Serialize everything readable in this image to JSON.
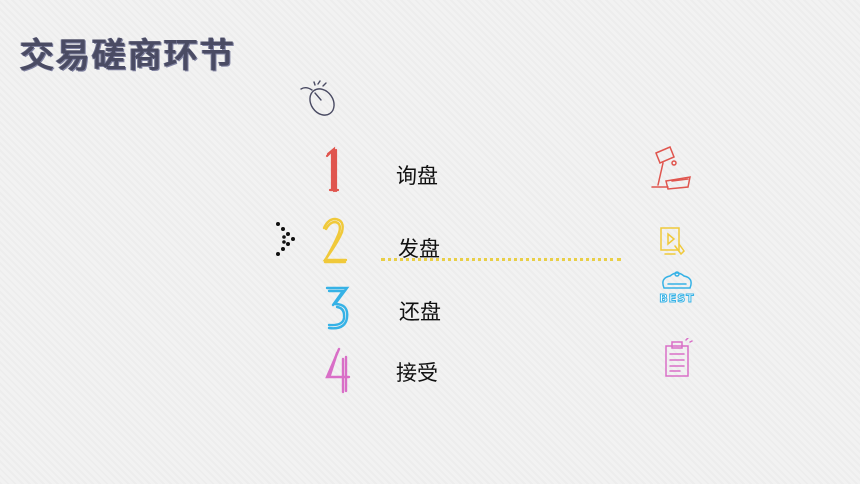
{
  "page": {
    "title": "交易磋商环节"
  },
  "steps": [
    {
      "number": "1",
      "label": "询盘",
      "color": "#e0554e",
      "icon": "desk-lamp-icon"
    },
    {
      "number": "2",
      "label": "发盘",
      "color": "#f0c93a",
      "icon": "play-document-icon"
    },
    {
      "number": "3",
      "label": "还盘",
      "color": "#36b2e6",
      "icon": "best-badge-icon"
    },
    {
      "number": "4",
      "label": "接受",
      "color": "#d96fc7",
      "icon": "clipboard-icon"
    }
  ],
  "active_step": "2",
  "decor": {
    "mouse_icon": "computer-mouse-icon",
    "pointer_icon": "dotted-arrow-icon",
    "underline_color": "#e9cf47",
    "title_color": "#4a4b63"
  },
  "best_badge_text": "BEST"
}
